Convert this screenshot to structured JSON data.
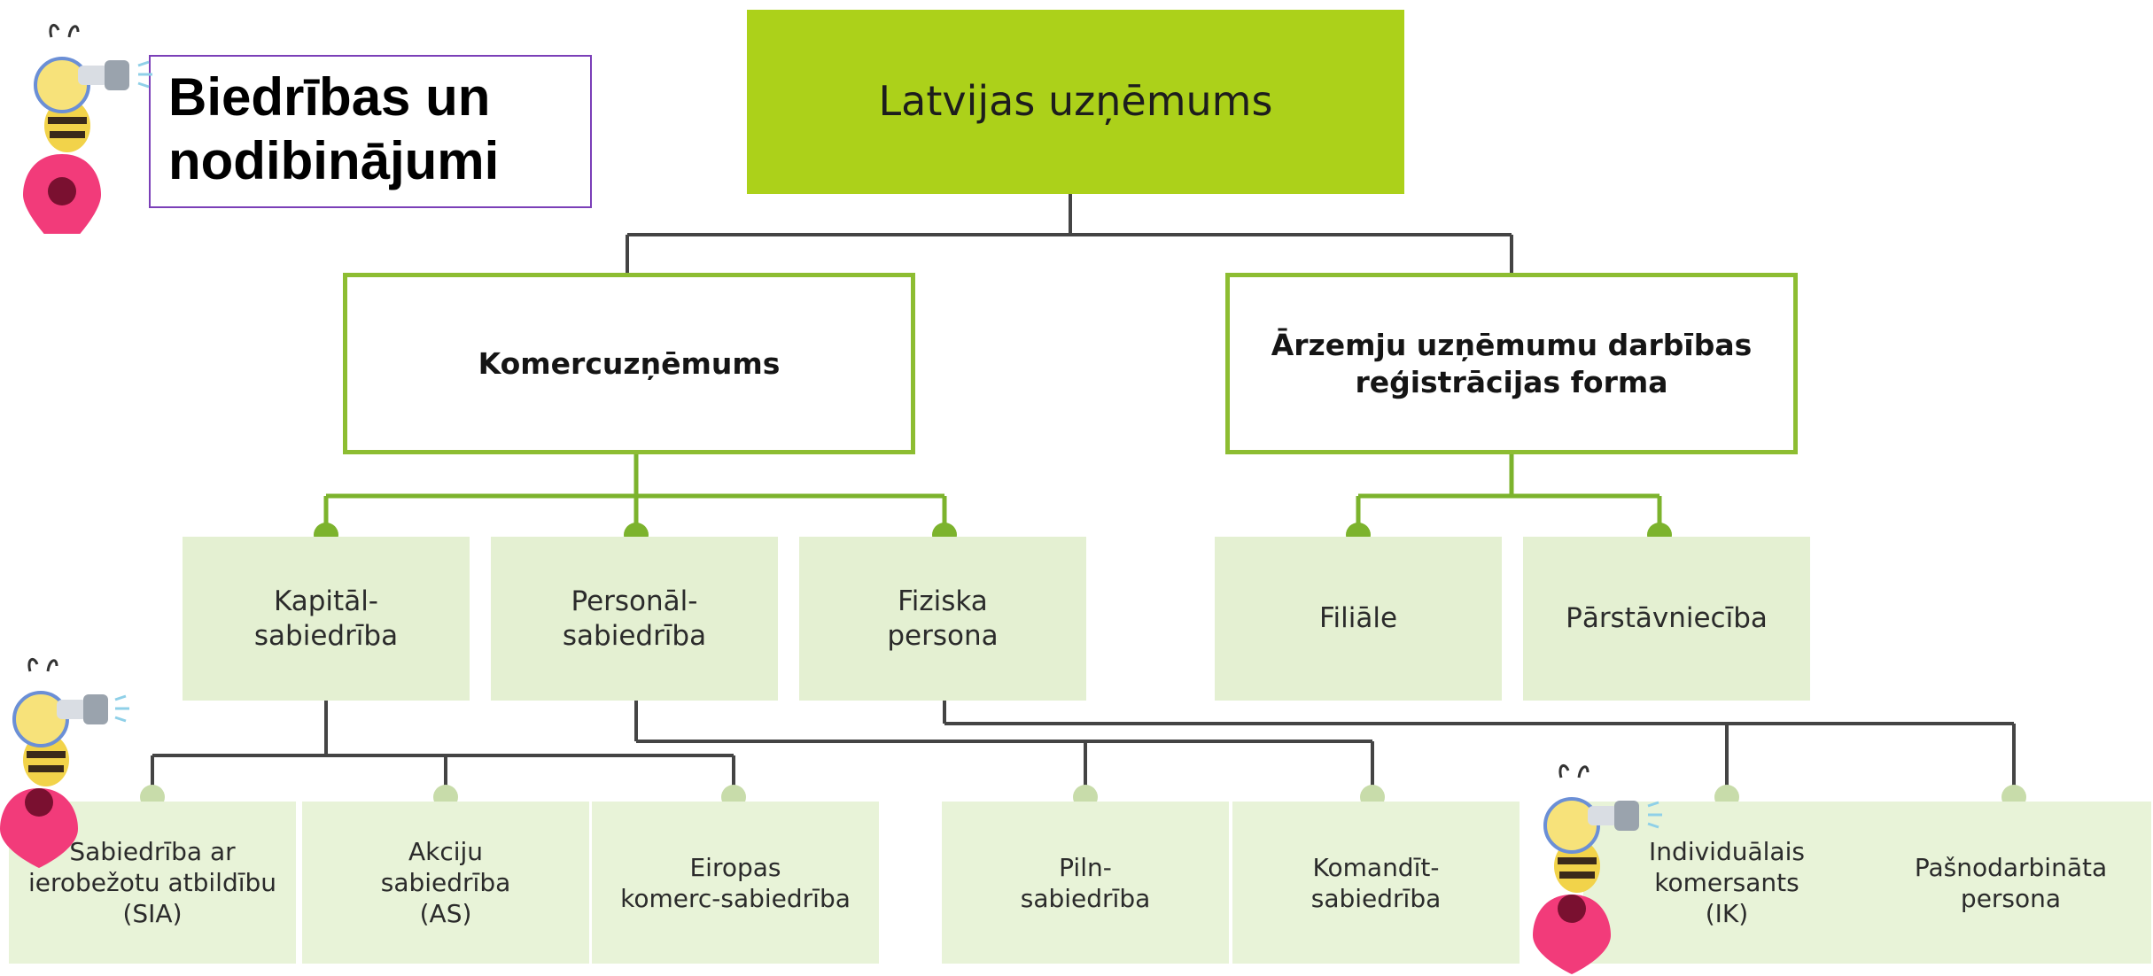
{
  "title": "Biedrības un nodibinājumi",
  "colors": {
    "root_fill": "#acd11a",
    "l1_border": "#8dbd32",
    "l2_fill": "#e4f0d2",
    "l3_fill": "#e8f3d8",
    "dot_level1": "#7cb32d",
    "dot_level2": "#c8dcaa",
    "connector": "#444444",
    "connector_green": "#7cb32d",
    "title_border": "#7b3fb8",
    "pin": "#f23b7a"
  },
  "icons": [
    "bee-binoculars-icon",
    "map-pin-icon"
  ],
  "tree": {
    "label": "Latvijas uzņēmums",
    "children": [
      {
        "label": "Komercuzņēmums",
        "children": [
          {
            "label": "Kapitāl-\nsabiedrība",
            "children": [
              {
                "label": "Sabiedrība ar\nierobežotu atbildību\n(SIA)"
              },
              {
                "label": "Akciju\nsabiedrība\n(AS)"
              },
              {
                "label": "Eiropas\nkomerc-sabiedrība"
              }
            ]
          },
          {
            "label": "Personāl-\nsabiedrība",
            "children": [
              {
                "label": "Piln-\nsabiedrība"
              },
              {
                "label": "Komandīt-\nsabiedrība"
              }
            ]
          },
          {
            "label": "Fiziska\npersona",
            "children": [
              {
                "label": "Individuālais\nkomersants\n(IK)"
              },
              {
                "label": "Pašnodarbināta\npersona"
              }
            ]
          }
        ]
      },
      {
        "label": "Ārzemju uzņēmumu darbības\nreģistrācijas forma",
        "children": [
          {
            "label": "Filiāle"
          },
          {
            "label": "Pārstāvniecība"
          }
        ]
      }
    ]
  }
}
